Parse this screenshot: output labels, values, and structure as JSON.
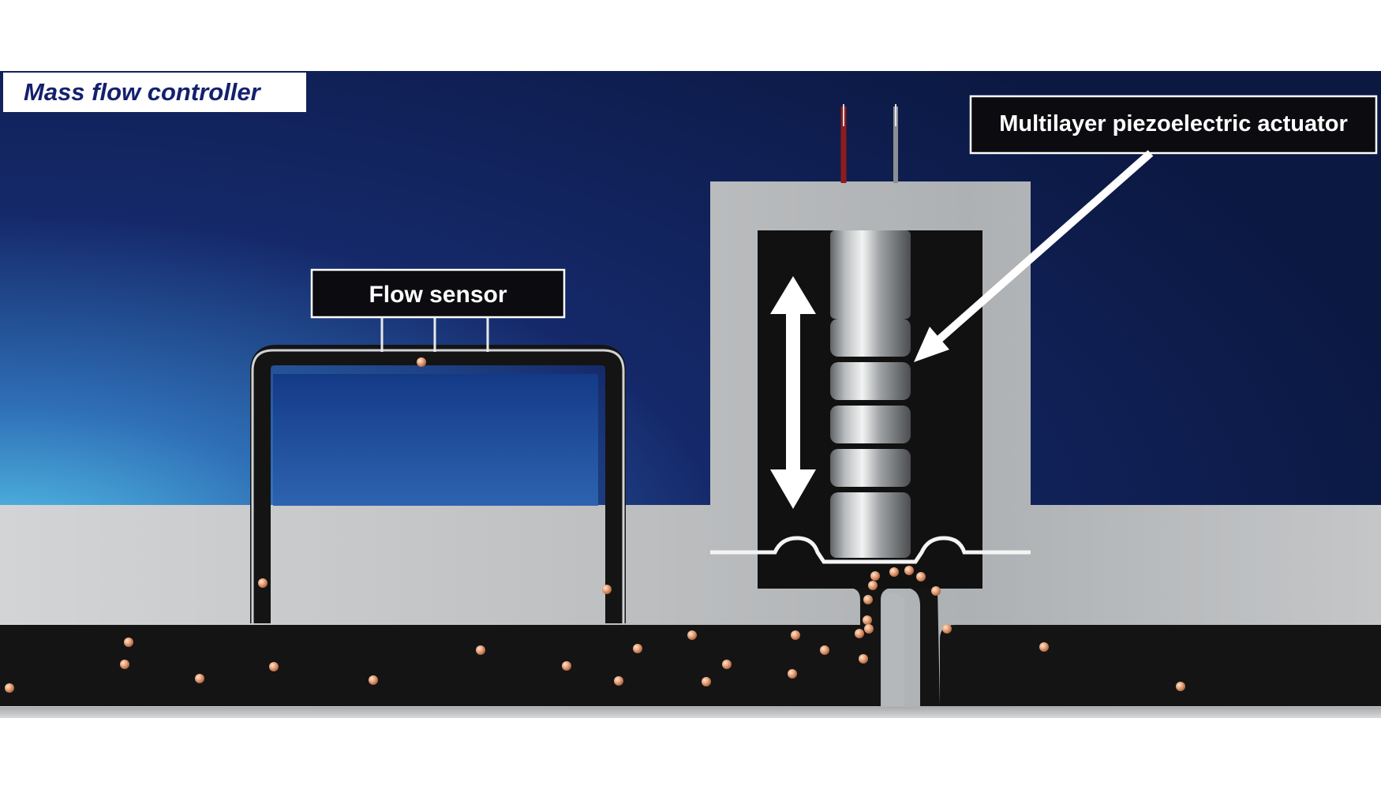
{
  "title": "Mass flow controller",
  "labels": {
    "flow_sensor": "Flow sensor",
    "actuator": "Multilayer piezoelectric actuator"
  },
  "colors": {
    "background_top": "#0b1a45",
    "background_glow": "#4fc3e8",
    "body_gray": "#b9bcbf",
    "channel_dark": "#141414",
    "particle": "#e8a27a",
    "title_text": "#14206e",
    "label_box": "#0c0c10",
    "wire_red": "#a52020"
  },
  "icons": {
    "motion_arrow": "double-arrow-vertical",
    "pointer_arrow": "arrow-pointer"
  }
}
